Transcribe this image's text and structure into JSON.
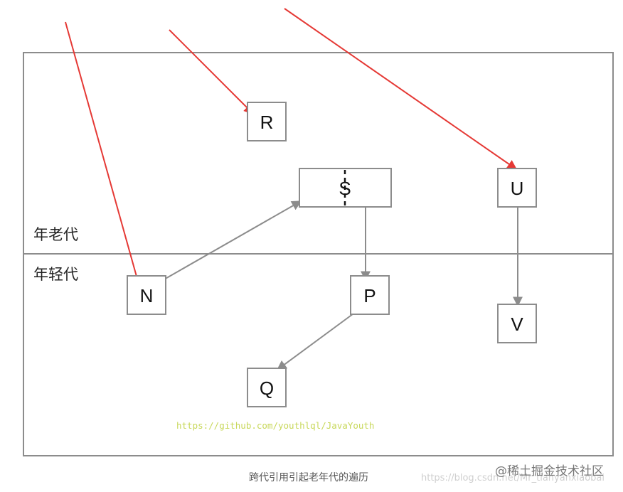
{
  "regions": {
    "old_generation": "年老代",
    "young_generation": "年轻代"
  },
  "nodes": {
    "R": "R",
    "S": "S",
    "U": "U",
    "N": "N",
    "P": "P",
    "Q": "Q",
    "V": "V"
  },
  "watermark_url": "https://github.com/youthlql/JavaYouth",
  "caption": "跨代引用引起老年代的遍历",
  "site_watermark": "https://blog.csdn.net/Mr_tianyanxiaobai",
  "corner_watermark": "@稀土掘金技术社区",
  "colors": {
    "root_edge": "#e53935",
    "reference_edge": "#8c8c8c",
    "box_border": "#8c8c8c"
  }
}
